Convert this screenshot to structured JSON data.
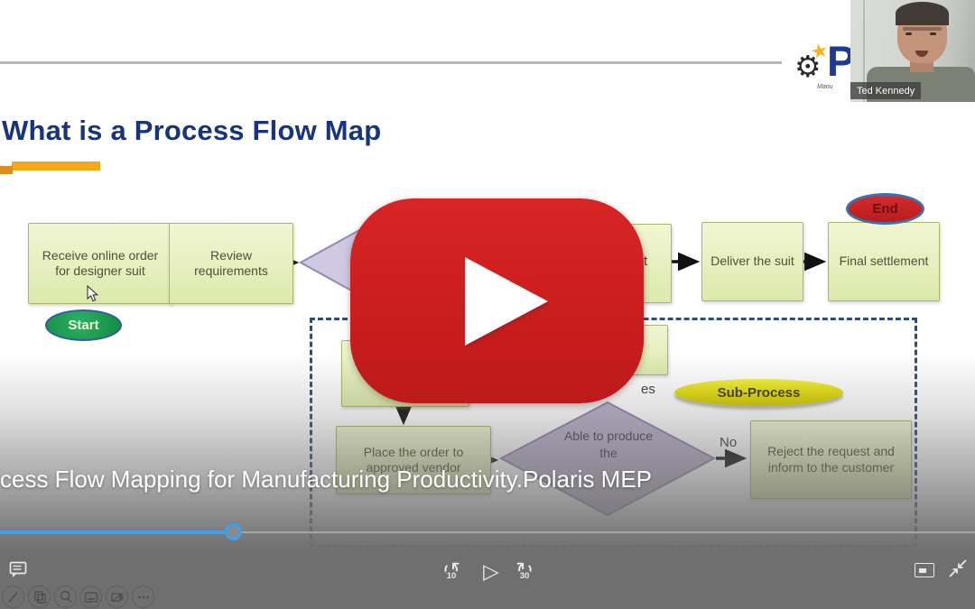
{
  "slide": {
    "title": "What is a Process Flow Map",
    "logo": {
      "letter": "P",
      "subtext": "Manu",
      "icons": [
        "gear-icon",
        "star-icon"
      ]
    },
    "colors": {
      "title_navy": "#17357e",
      "accent_orange": "#f4a81d",
      "box_green": "#dde9ac",
      "start_green": "#128a44",
      "end_red": "#c92525",
      "subprocess_yellow": "#e0d803",
      "diamond_lavender": "#cfc9e3",
      "dashed_navy": "#2c4d80"
    },
    "flow": {
      "receive": "Receive online order for designer suit",
      "review": "Review requirements",
      "fragment": "t",
      "deliver": "Deliver the suit",
      "final": "Final settlement",
      "start": "Start",
      "end": "End",
      "place_order": "Place the order to approved vendor",
      "able": "Able to produce the",
      "yes_fragment": "es",
      "no": "No",
      "reject": "Reject the request and inform to the customer",
      "subprocess": "Sub-Process"
    }
  },
  "webcam": {
    "name_label": "Ted Kennedy"
  },
  "player": {
    "caption": "cess Flow Mapping for Manufacturing Productivity.Polaris MEP",
    "rewind": "10",
    "forward": "30",
    "progress_percent": 24,
    "accent_blue": "#3ba1ef",
    "play_red": "#c91d1d",
    "icons": [
      "chat-icon",
      "rewind-10-icon",
      "play-icon",
      "forward-30-icon",
      "picture-in-picture-icon",
      "minimize-icon",
      "pen-icon",
      "copy-icon",
      "zoom-icon",
      "notes-icon",
      "camera-off-icon",
      "more-icon"
    ]
  }
}
